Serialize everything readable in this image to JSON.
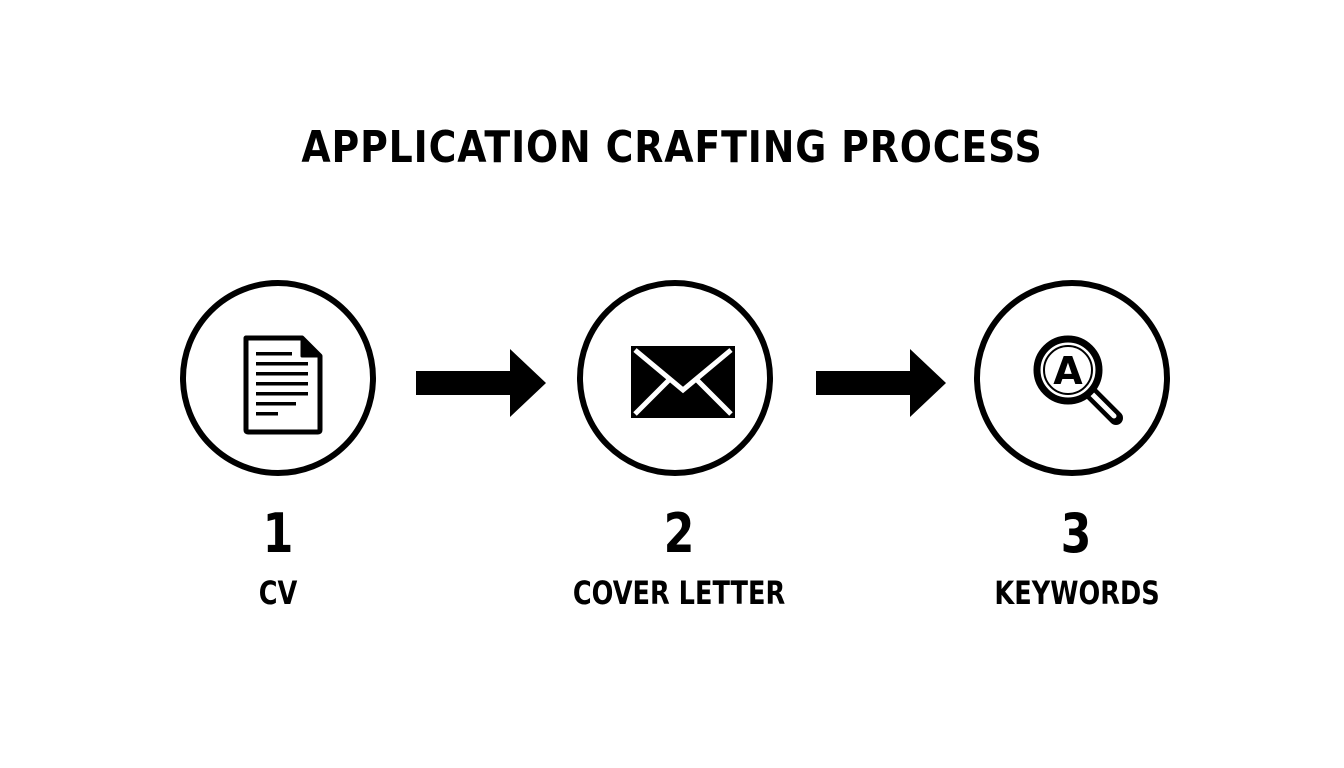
{
  "title": "APPLICATION CRAFTING PROCESS",
  "colors": {
    "foreground": "#000000",
    "background": "#ffffff"
  },
  "steps": [
    {
      "number": "1",
      "label": "CV",
      "icon": "document-icon"
    },
    {
      "number": "2",
      "label": "COVER LETTER",
      "icon": "envelope-icon"
    },
    {
      "number": "3",
      "label": "KEYWORDS",
      "icon": "magnifier-letter-a-icon",
      "icon_letter": "A"
    }
  ],
  "connectors": [
    "arrow-right-icon",
    "arrow-right-icon"
  ]
}
